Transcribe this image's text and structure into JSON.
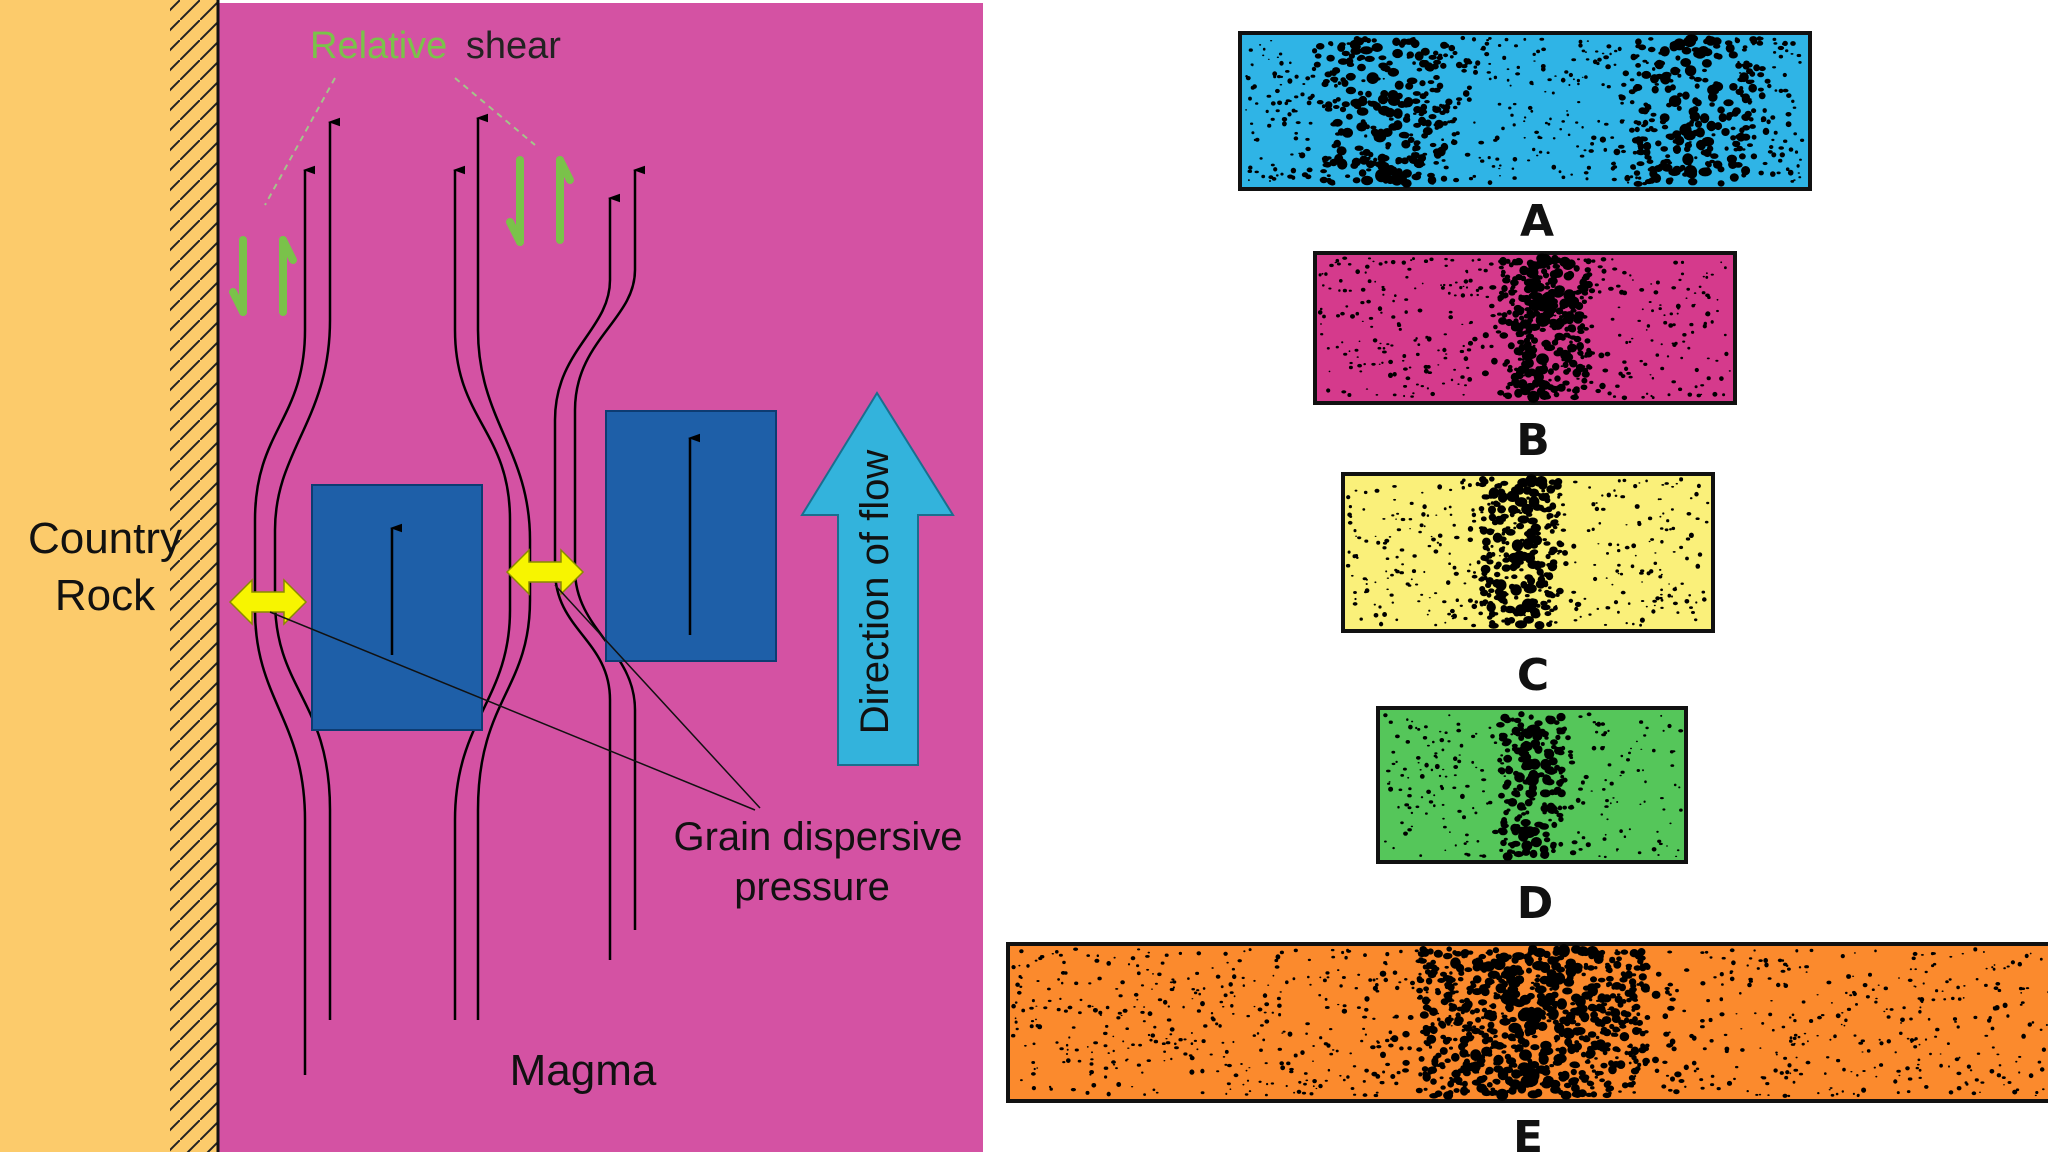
{
  "left_panel": {
    "country_rock_line1": "Country",
    "country_rock_line2": "Rock",
    "relative_word": "Relative",
    "shear_word": "shear",
    "direction_label": "Direction of flow",
    "grain_line1": "Grain dispersive",
    "grain_line2": "pressure",
    "magma_label": "Magma",
    "colors": {
      "country_rock": "#fccb6b",
      "magma": "#d452a3",
      "crystal_block": "#1e5fa8",
      "flow_arrow": "#33b3dc",
      "dispersive_arrow": "#f7f500",
      "shear_text": "#7ac24a"
    }
  },
  "right_panel": {
    "samples": [
      {
        "label": "A",
        "color": "#2fb4e6"
      },
      {
        "label": "B",
        "color": "#d53a8c"
      },
      {
        "label": "C",
        "color": "#faf07a"
      },
      {
        "label": "D",
        "color": "#55c65a"
      },
      {
        "label": "E",
        "color": "#fb8a2d"
      }
    ]
  }
}
